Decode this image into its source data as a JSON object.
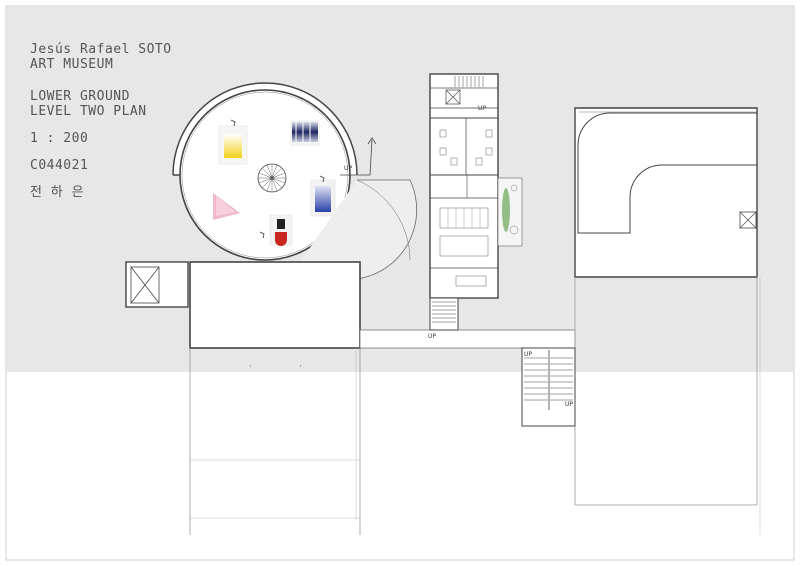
{
  "title_block": {
    "museum_line1": "Jesús Rafael SOTO",
    "museum_line2": "ART MUSEUM",
    "plan_line1": "LOWER GROUND",
    "plan_line2": "LEVEL TWO PLAN",
    "scale": "1 : 200",
    "code": "C044021",
    "author": "전 하 은"
  },
  "stair_labels": {
    "up_circle": "UP",
    "up_core": "UP",
    "up_bottom_core": "UP",
    "up_east_stair_top": "UP",
    "up_east_stair_bottom": "UP"
  },
  "colors": {
    "surround_hatch": "#e6e6e6",
    "wall": "#444444",
    "artwork_pink": "#f0b9c8",
    "artwork_yellow": "#f2d21a",
    "artwork_blue": "#2840a8",
    "artwork_red": "#c8261e",
    "planting": "#7bb06a"
  }
}
